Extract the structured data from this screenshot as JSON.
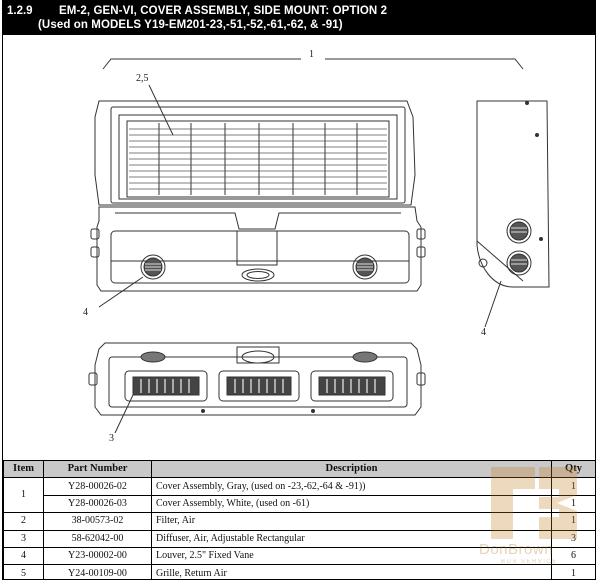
{
  "header": {
    "section": "1.2.9",
    "title_line1": "EM-2, GEN-VI, COVER ASSEMBLY,  SIDE MOUNT: OPTION 2",
    "title_line2": "(Used on MODELS Y19-EM201-23,-51,-52,-61,-62, & -91)"
  },
  "callouts": {
    "overall": "1",
    "cover_grille": "2,5",
    "diffuser_front": "4",
    "diffuser_side": "4",
    "filter": "3"
  },
  "table": {
    "headers": [
      "Item",
      "Part Number",
      "Description",
      "Qty"
    ],
    "rows": [
      {
        "item": "1",
        "part": "Y28-00026-02",
        "desc": "Cover Assembly, Gray, (used on -23,-62,-64 & -91))",
        "qty": "1"
      },
      {
        "item": "",
        "part": "Y28-00026-03",
        "desc": "Cover Assembly, White, (used on -61)",
        "qty": "1"
      },
      {
        "item": "2",
        "part": "38-00573-02",
        "desc": "Filter, Air",
        "qty": "1"
      },
      {
        "item": "3",
        "part": "58-62042-00",
        "desc": "Diffuser, Air, Adjustable Rectangular",
        "qty": "3"
      },
      {
        "item": "4",
        "part": "Y23-00002-00",
        "desc": "Louver, 2.5\" Fixed Vane",
        "qty": "6"
      },
      {
        "item": "5",
        "part": "Y24-00109-00",
        "desc": "Grille, Return Air",
        "qty": "1"
      }
    ]
  },
  "watermark": {
    "brand": "DonBrown",
    "sub": "BUS SERVICE"
  },
  "colors": {
    "header_bg": "#000000",
    "table_header_bg": "#c9c9c9",
    "watermark": "#c27a1a"
  }
}
